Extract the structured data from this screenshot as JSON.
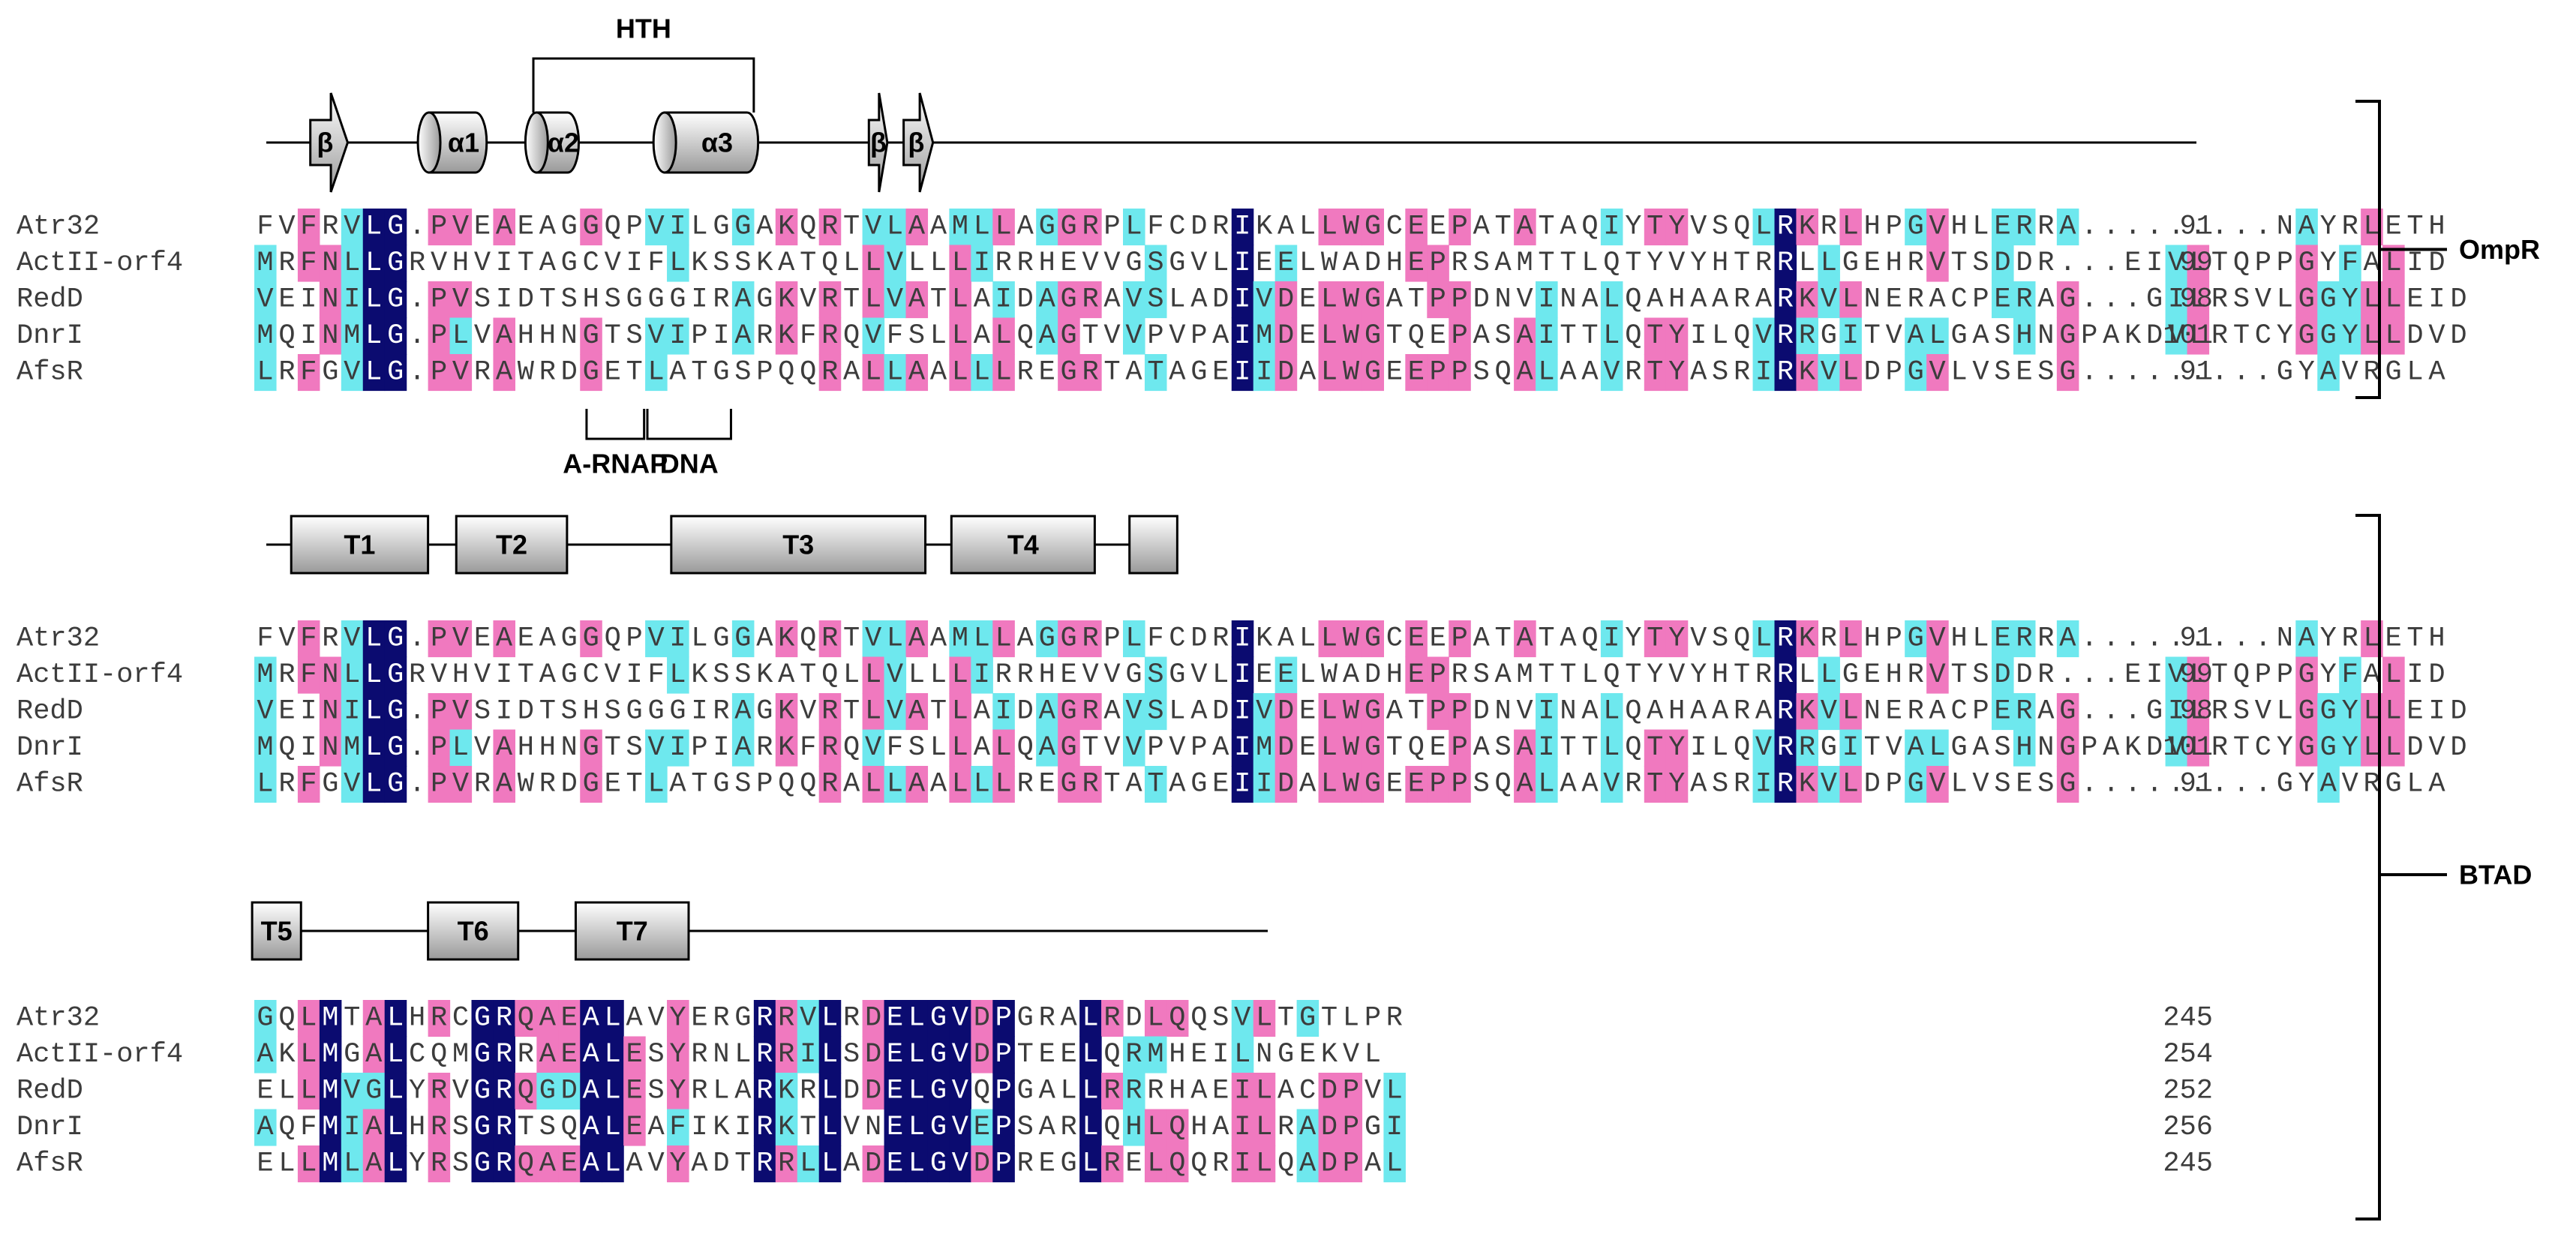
{
  "colors": {
    "identical": "#0b0b70",
    "similar": "#6ee8ee",
    "weak": "#f079bf",
    "gradient_top": "#ffffff",
    "gradient_bottom": "#9a9a9a",
    "line": "#000000"
  },
  "panels": [
    {
      "id": "ompr",
      "first_col": 0,
      "structures": [
        {
          "kind": "arrow",
          "label": "β",
          "start": 2.58,
          "end": 4.3
        },
        {
          "kind": "cylinder",
          "label": "α1",
          "start": 8.05,
          "end": 10.7
        },
        {
          "kind": "cylinder",
          "label": "α2",
          "start": 13.0,
          "end": 14.94
        },
        {
          "kind": "cylinder",
          "label": "α3",
          "start": 18.9,
          "end": 23.2
        },
        {
          "kind": "arrow",
          "label": "β",
          "start": 28.3,
          "end": 29.15
        },
        {
          "kind": "arrow",
          "label": "β",
          "start": 29.9,
          "end": 31.25
        }
      ],
      "top_brackets": [
        {
          "label": "HTH",
          "start": 12.85,
          "end": 23.0
        }
      ],
      "bottom_brackets": [
        {
          "label": "A-RNAP",
          "start": 15.3,
          "end": 17.95
        },
        {
          "label": "DNA",
          "start": 18.1,
          "end": 21.95
        }
      ],
      "rows": [
        {
          "name": "Atr32",
          "seq": "FVFRVLG.PVEAEAGGQPVILGGAKQRTVLAAMLLAGGRPLFCDRIKALLWGCEEPATATAQIYTYVSQLRKRLHPGVHLERRA.........NAYRLETH",
          "end": "91"
        },
        {
          "name": "ActII-orf4",
          "seq": "MRFNLLGRVHVITAGCVIFLKSSKATQLLVLLLIRRHEVVGSGVLIEELWADHEPRSAMTTLQTYVYHTRRLLGEHRVTSDDR...EIVLTQPPGYFALID",
          "end": "99"
        },
        {
          "name": "RedD",
          "seq": "VEINILG.PVSIDTSHSGGGIRAGKVRTLVATLAIDAGRAVSLADIVDELWGATPPDNVINALQAHAARARKVLNERACPERAG...GILRSVLGGYLLEID",
          "end": "98"
        },
        {
          "name": "DnrI",
          "seq": "MQINMLG.PLVAHHNGTSVIPIARKFRQVFSLLALQAGTVVPVPAIMDELWGTQEPASAITTLQTYILQVRRGITVALGASHNGPAKDVLRTCYGGYLLDVD",
          "end": "101"
        },
        {
          "name": "AfsR",
          "seq": "LRFGVLG.PVRAWRDGETLATGSPQQRALLAALLLREGRTATAGEIIDALWGEEPPSQALAAVRTYASRIRKVLDPGVLVSESG.........GYAVRGLA",
          "end": "91"
        }
      ]
    },
    {
      "id": "btad1",
      "first_col": 0,
      "structures": [
        {
          "kind": "box",
          "label": "T1",
          "start": 1.7,
          "end": 8.0
        },
        {
          "kind": "box",
          "label": "T2",
          "start": 9.3,
          "end": 14.4
        },
        {
          "kind": "box",
          "label": "T3",
          "start": 19.2,
          "end": 30.9
        },
        {
          "kind": "box",
          "label": "T4",
          "start": 32.1,
          "end": 38.7
        },
        {
          "kind": "box",
          "label": "",
          "start": 40.3,
          "end": 42.5
        }
      ],
      "top_brackets": [],
      "bottom_brackets": [],
      "rows": [
        {
          "name": "Atr32",
          "seq": "FVFRVLG.PVEAEAGGQPVILGGAKQRTVLAAMLLAGGRPLFCDRIKALLWGCEEPATATAQIYTYVSQLRKRLHPGVHLERRA.........NAYRLETH",
          "end": "91"
        },
        {
          "name": "ActII-orf4",
          "seq": "MRFNLLGRVHVITAGCVIFLKSSKATQLLVLLLIRRHEVVGSGVLIEELWADHEPRSAMTTLQTYVYHTRRLLGEHRVTSDDR...EIVLTQPPGYFALID",
          "end": "99"
        },
        {
          "name": "RedD",
          "seq": "VEINILG.PVSIDTSHSGGGIRAGKVRTLVATLAIDAGRAVSLADIVDELWGATPPDNVINALQAHAARARKVLNERACPERAG...GILRSVLGGYLLEID",
          "end": "98"
        },
        {
          "name": "DnrI",
          "seq": "MQINMLG.PLVAHHNGTSVIPIARKFRQVFSLLALQAGTVVPVPAIMDELWGTQEPASAITTLQTYILQVRRGITVALGASHNGPAKDVLRTCYGGYLLDVD",
          "end": "101"
        },
        {
          "name": "AfsR",
          "seq": "LRFGVLG.PVRAWRDGETLATGSPQQRALLAALLLREGRTATAGEIIDALWGEEPPSQALAAVRTYASRIRKVLDPGVLVSESG.........GYAVRGLA",
          "end": "91"
        }
      ]
    },
    {
      "id": "btad2",
      "first_col": 0,
      "structures": [
        {
          "kind": "box",
          "label": "T5",
          "start": -0.1,
          "end": 2.15
        },
        {
          "kind": "box",
          "label": "T6",
          "start": 8.0,
          "end": 12.15
        },
        {
          "kind": "box",
          "label": "T7",
          "start": 14.8,
          "end": 20.0
        }
      ],
      "top_brackets": [],
      "bottom_brackets": [],
      "rows": [
        {
          "name": "Atr32",
          "seq": "GQLMTALHRCGRQAEALAVYERGRRVLRDELGVDPGRALRDLQQSVLTGTLPR",
          "end": "245"
        },
        {
          "name": "ActII-orf4",
          "seq": "AKLMGALCQMGRRAEALESYRNLRRILSDELGVDPTEELQRMHEILNGEKVL",
          "end": "254"
        },
        {
          "name": "RedD",
          "seq": "ELLMVGLYRVGRQGDALESYRLARKRLDDELGVQPGALLRRRHAEILACDPVL",
          "end": "252"
        },
        {
          "name": "DnrI",
          "seq": "AQFMIALHRSGRTSQALEAFIKIRKTLVNELGVEPSARLQHLQHAILRADPGI",
          "end": "256"
        },
        {
          "name": "AfsR",
          "seq": "ELLMLALYRSGRQAEALAVYADTRRLLADELGVDPREGLRELQQRILQADPAL",
          "end": "245"
        }
      ]
    }
  ],
  "domains": [
    {
      "label": "OmpR",
      "top_panel": 0,
      "bottom_panel": 0
    },
    {
      "label": "BTAD",
      "top_panel": 1,
      "bottom_panel": 2
    }
  ]
}
